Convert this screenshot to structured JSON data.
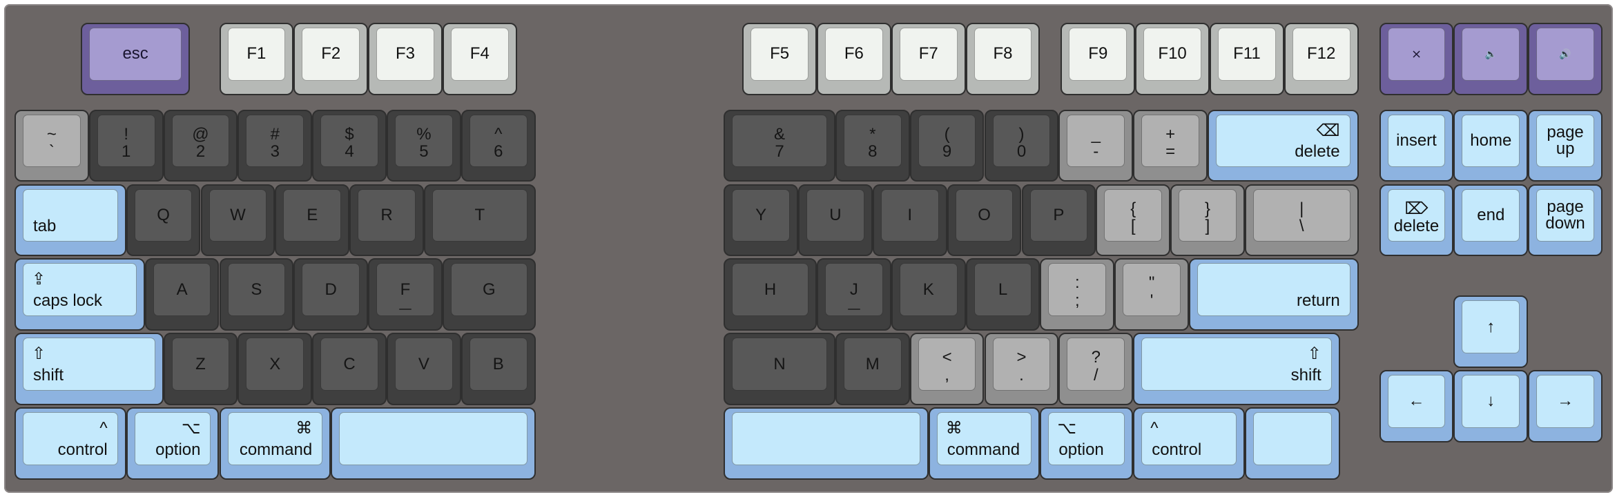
{
  "keyboard": {
    "colors": {
      "modifier": "#c4e9fc",
      "alpha": "#585858",
      "punctuation": "#b1b1b1",
      "function_row": "#f0f3ef",
      "accent": "#a59bd0",
      "case": "#6b6665"
    },
    "keys": {
      "esc": "esc",
      "f1": "F1",
      "f2": "F2",
      "f3": "F3",
      "f4": "F4",
      "f5": "F5",
      "f6": "F6",
      "f7": "F7",
      "f8": "F8",
      "f9": "F9",
      "f10": "F10",
      "f11": "F11",
      "f12": "F12",
      "mute": "⨯",
      "vol_down": "🔈",
      "vol_up": "🔊",
      "backtick": {
        "top": "~",
        "bottom": "`"
      },
      "k1": {
        "top": "!",
        "bottom": "1"
      },
      "k2": {
        "top": "@",
        "bottom": "2"
      },
      "k3": {
        "top": "#",
        "bottom": "3"
      },
      "k4": {
        "top": "$",
        "bottom": "4"
      },
      "k5": {
        "top": "%",
        "bottom": "5"
      },
      "k6": {
        "top": "^",
        "bottom": "6"
      },
      "k7": {
        "top": "&",
        "bottom": "7"
      },
      "k8": {
        "top": "*",
        "bottom": "8"
      },
      "k9": {
        "top": "(",
        "bottom": "9"
      },
      "k0": {
        "top": ")",
        "bottom": "0"
      },
      "minus": {
        "top": "_",
        "bottom": "-"
      },
      "equals": {
        "top": "+",
        "bottom": "="
      },
      "backspace": {
        "icon": "⌫",
        "label": "delete"
      },
      "insert": "insert",
      "home": "home",
      "page_up": "page up",
      "tab": "tab",
      "q": "Q",
      "w": "W",
      "e": "E",
      "r": "R",
      "t": "T",
      "y": "Y",
      "u": "U",
      "i": "I",
      "o": "O",
      "p": "P",
      "lbracket": {
        "top": "{",
        "bottom": "["
      },
      "rbracket": {
        "top": "}",
        "bottom": "]"
      },
      "backslash": {
        "top": "|",
        "bottom": "\\"
      },
      "forward_delete": {
        "icon": "⌦",
        "label": "delete"
      },
      "end": "end",
      "page_down": "page down",
      "caps_lock": {
        "icon": "⇪",
        "label": "caps lock"
      },
      "a": "A",
      "s": "S",
      "d": "D",
      "f": "F",
      "g": "G",
      "h": "H",
      "j": "J",
      "k": "K",
      "l": "L",
      "semicolon": {
        "top": ":",
        "bottom": ";"
      },
      "quote": {
        "top": "\"",
        "bottom": "'"
      },
      "return": "return",
      "lshift": {
        "icon": "⇧",
        "label": "shift"
      },
      "z": "Z",
      "x": "X",
      "c": "C",
      "v": "V",
      "b": "B",
      "n": "N",
      "m": "M",
      "comma": {
        "top": "<",
        "bottom": ","
      },
      "period": {
        "top": ">",
        "bottom": "."
      },
      "slash": {
        "top": "?",
        "bottom": "/"
      },
      "rshift": {
        "icon": "⇧",
        "label": "shift"
      },
      "arrow_up": "↑",
      "lcontrol": {
        "icon": "^",
        "label": "control"
      },
      "loption": {
        "icon": "⌥",
        "label": "option"
      },
      "lcommand": {
        "icon": "⌘",
        "label": "command"
      },
      "rcommand": {
        "icon": "⌘",
        "label": "command"
      },
      "roption": {
        "icon": "⌥",
        "label": "option"
      },
      "rcontrol": {
        "icon": "^",
        "label": "control"
      },
      "arrow_left": "←",
      "arrow_down": "↓",
      "arrow_right": "→"
    }
  }
}
